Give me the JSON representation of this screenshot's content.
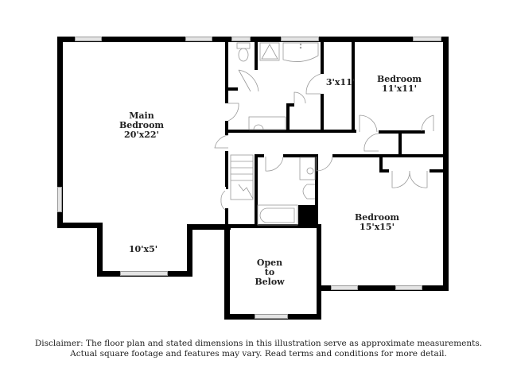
{
  "rooms": {
    "main_bedroom": {
      "name": "Main\nBedroom",
      "size": "20'x22'"
    },
    "bay": {
      "size": "10'x5'"
    },
    "closet": {
      "size": "3'x11'"
    },
    "bedroom_2": {
      "name": "Bedroom",
      "size": "11'x11'"
    },
    "bedroom_3": {
      "name": "Bedroom",
      "size": "15'x15'"
    },
    "open_to_below": {
      "name": "Open\nto\nBelow"
    }
  },
  "disclaimer": {
    "line1": "Disclaimer: The floor plan and stated dimensions in this illustration serve as approximate measurements.",
    "line2": "Actual square footage and features may vary. Read terms and conditions for more detail."
  },
  "colors": {
    "wall": "#000000",
    "window": "#e4e4e4",
    "fixture": "#999999"
  }
}
